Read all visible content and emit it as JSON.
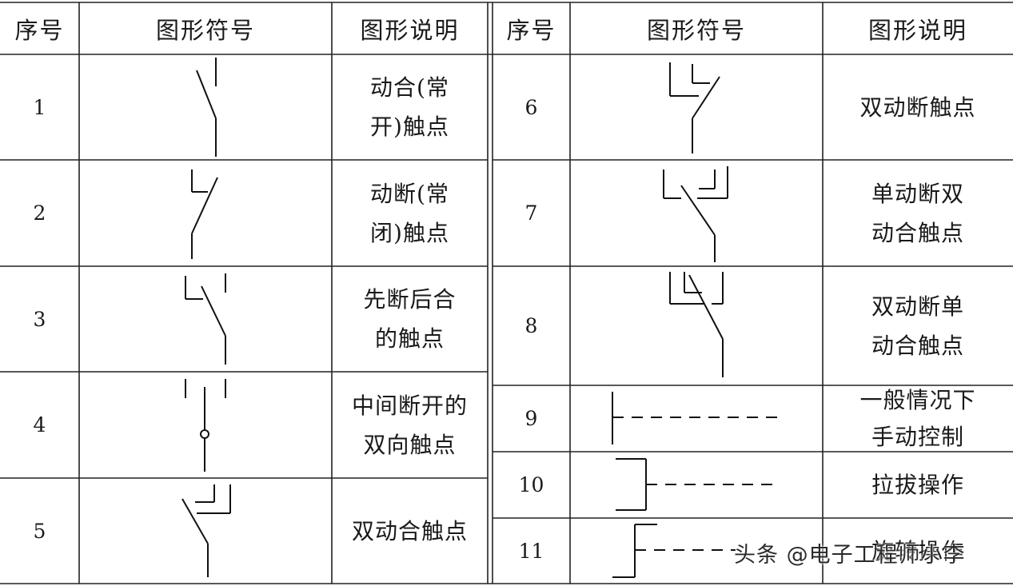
{
  "table": {
    "headers": {
      "left": {
        "no": "序号",
        "symbol": "图形符号",
        "desc": "图形说明"
      },
      "right": {
        "no": "序号",
        "symbol": "图形符号",
        "desc": "图形说明"
      }
    },
    "left_rows": [
      {
        "no": "1",
        "line1": "动合(常",
        "line2": "开)触点",
        "symbol": "make-contact-icon"
      },
      {
        "no": "2",
        "line1": "动断(常",
        "line2": "闭)触点",
        "symbol": "break-contact-icon"
      },
      {
        "no": "3",
        "line1": "先断后合",
        "line2": "的触点",
        "symbol": "break-before-make-contact-icon"
      },
      {
        "no": "4",
        "line1": "中间断开的",
        "line2": "双向触点",
        "symbol": "center-off-changeover-contact-icon"
      },
      {
        "no": "5",
        "line1": "双动合触点",
        "line2": "",
        "symbol": "double-make-contact-icon"
      }
    ],
    "right_rows": [
      {
        "no": "6",
        "line1": "双动断触点",
        "line2": "",
        "symbol": "double-break-contact-icon"
      },
      {
        "no": "7",
        "line1": "单动断双",
        "line2": "动合触点",
        "symbol": "single-break-double-make-contact-icon"
      },
      {
        "no": "8",
        "line1": "双动断单",
        "line2": "动合触点",
        "symbol": "double-break-single-make-contact-icon"
      },
      {
        "no": "9",
        "line1": "一般情况下",
        "line2": "手动控制",
        "symbol": "manual-control-icon"
      },
      {
        "no": "10",
        "line1": "拉拔操作",
        "line2": "",
        "symbol": "pull-operation-icon"
      },
      {
        "no": "11",
        "line1": "旋转操作",
        "line2": "",
        "symbol": "rotary-operation-icon"
      }
    ]
  },
  "watermark": "头条 @电子工程师小李"
}
